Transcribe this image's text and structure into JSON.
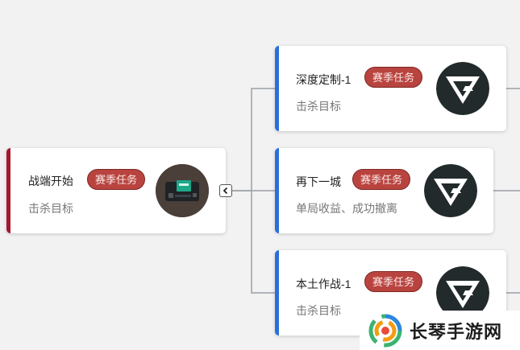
{
  "root": {
    "title": "战端开始",
    "badge": "赛季任务",
    "subtitle": "击杀目标",
    "accent": "#a5182f"
  },
  "children": [
    {
      "title": "深度定制-1",
      "badge": "赛季任务",
      "subtitle": "击杀目标",
      "accent": "#2a6fdb"
    },
    {
      "title": "再下一城",
      "badge": "赛季任务",
      "subtitle": "单局收益、成功撤离",
      "accent": "#2a6fdb"
    },
    {
      "title": "本土作战-1",
      "badge": "赛季任务",
      "subtitle": "击杀目标",
      "accent": "#2a6fdb"
    }
  ],
  "icons": {
    "collapse": "chevron-left-icon",
    "child_avatar": "g-logo-icon",
    "root_avatar": "device-icon"
  },
  "watermark": {
    "text": "长琴手游网"
  }
}
